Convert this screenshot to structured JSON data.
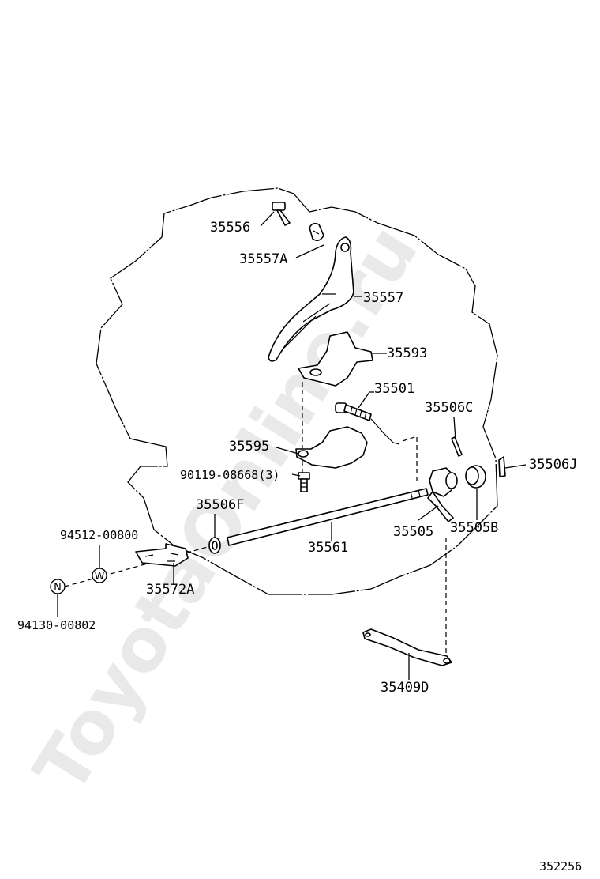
{
  "watermark": "ToyotaOnline.ru",
  "diagram_code": "352256",
  "callouts": {
    "p35556": "35556",
    "p35557A": "35557A",
    "p35557": "35557",
    "p35593": "35593",
    "p35501": "35501",
    "p35506C": "35506C",
    "p35595": "35595",
    "p35506J": "35506J",
    "p90119": "90119-08668(3)",
    "p35506F": "35506F",
    "p94512": "94512-00800",
    "p35505": "35505",
    "p35505B": "35505B",
    "p35561": "35561",
    "p35572A": "35572A",
    "p94130": "94130-00802",
    "p35409D": "35409D"
  },
  "symbols": {
    "washer_letter": "W",
    "nut_letter": "N"
  }
}
